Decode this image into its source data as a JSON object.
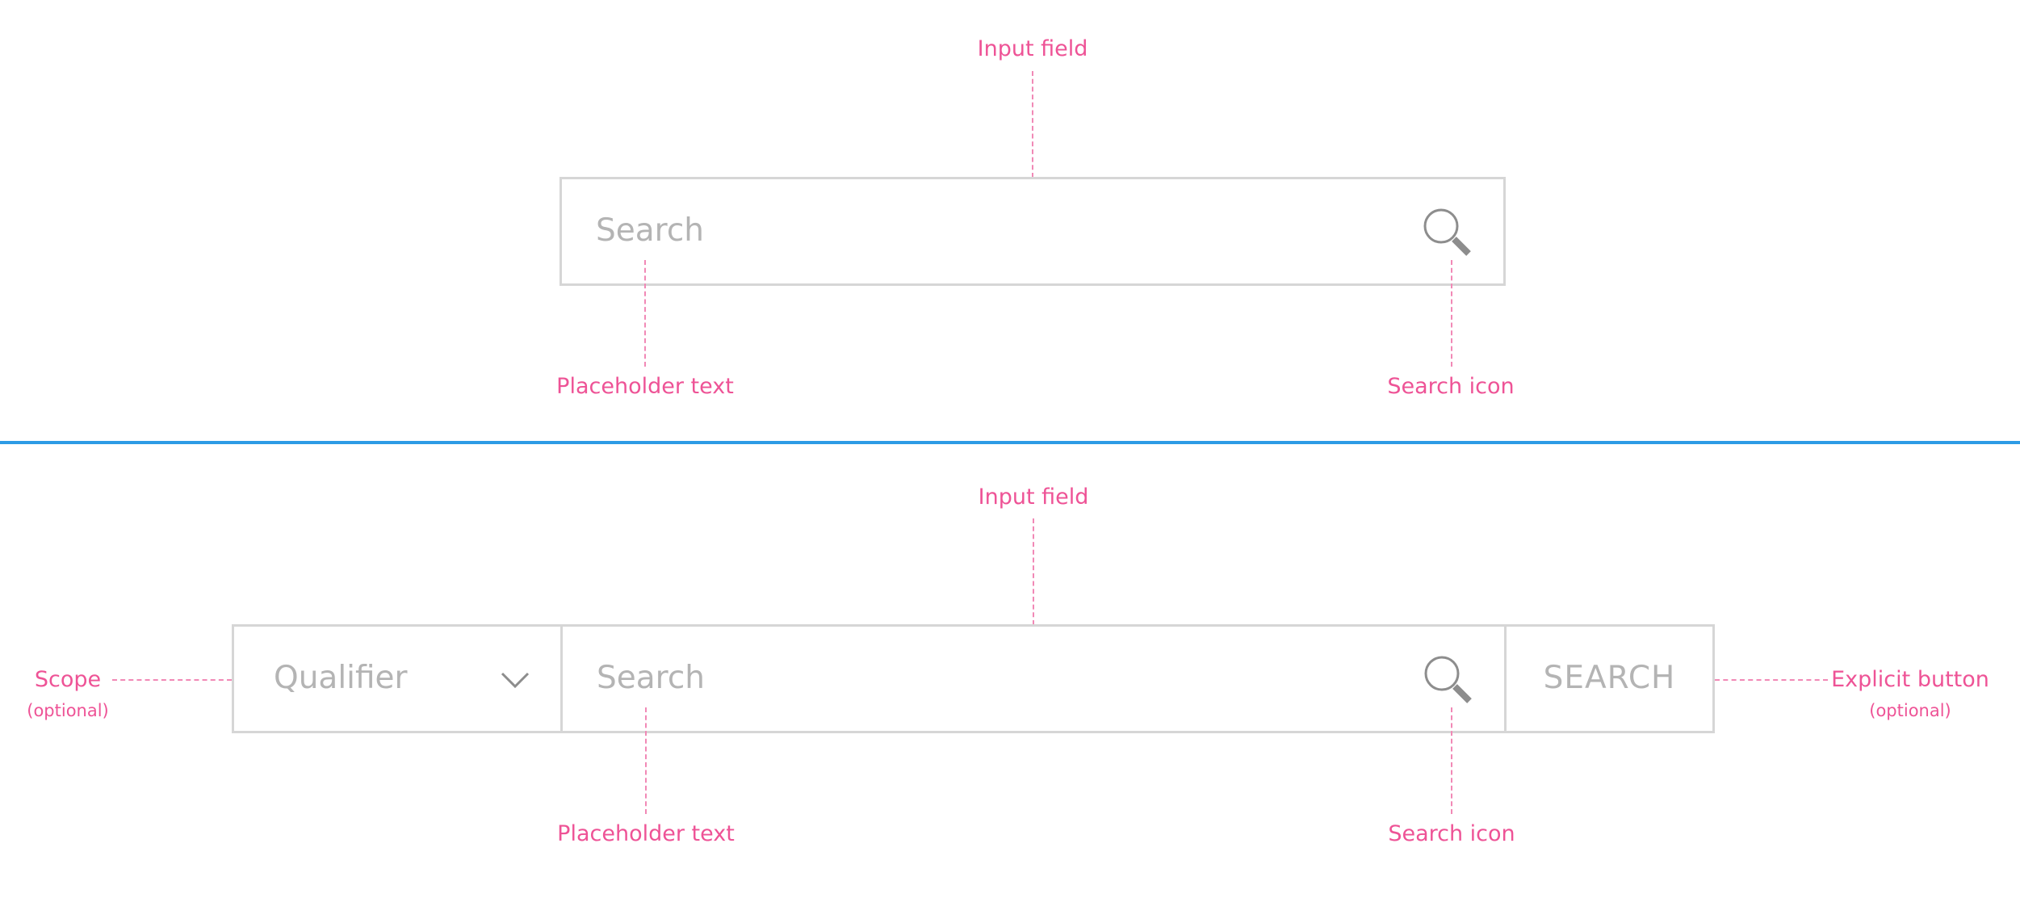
{
  "top": {
    "input_field_label": "Input field",
    "placeholder": "Search",
    "placeholder_text_label": "Placeholder text",
    "search_icon_label": "Search icon",
    "search_icon": "search-icon"
  },
  "bottom": {
    "input_field_label": "Input field",
    "qualifier": "Qualifier",
    "qualifier_icon": "chevron-down-icon",
    "placeholder": "Search",
    "search_icon": "search-icon",
    "button_label": "SEARCH",
    "scope_label": "Scope",
    "scope_note": "(optional)",
    "explicit_button_label": "Explicit button",
    "explicit_button_note": "(optional)",
    "placeholder_text_label": "Placeholder text",
    "search_icon_label": "Search icon"
  },
  "colors": {
    "annotation": "#ee5396",
    "divider": "#2d9be5",
    "border": "#d6d6d6",
    "placeholder": "#b4b4b4",
    "icon": "#8d8d8d"
  }
}
